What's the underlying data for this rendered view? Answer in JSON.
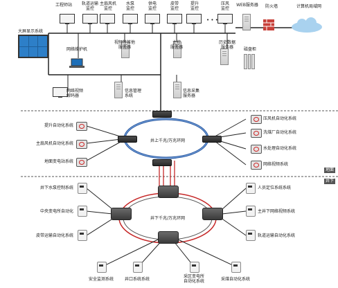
{
  "top_labels": {
    "l1": "工程师站",
    "l2": "轨道运输\n监控",
    "l3": "主扇风机\n监控",
    "l4": "水泵\n监控",
    "l5": "供电\n监控",
    "l6": "皮带\n监控",
    "l7": "提升\n监控",
    "l8": "压风\n监控",
    "l9": "WEB服务器",
    "l10": "防火墙",
    "l11": "计算机局域网",
    "dots": "• • •"
  },
  "left": {
    "display": "大屏显示系统",
    "maint": "网络维护机",
    "decoder": "网络视频\n解码器"
  },
  "servers": {
    "video": "视频等其他\n服务器",
    "main": "主控\n服务器",
    "history": "历史数据\n服务器",
    "disk": "磁盘柜",
    "info_mgmt": "信息管理\n系统",
    "info_collect": "信息采集\n服务器"
  },
  "upper_ring": {
    "label": "井上千兆/万兆环网",
    "left_items": [
      "提升自动化系统",
      "主扇风机自动化系统",
      "地面变电站系统"
    ],
    "right_items": [
      "压风机自动化系统",
      "洗煤厂自动化系统",
      "水处理自动化系统",
      "网络视频系统"
    ]
  },
  "surface_tag": "地面",
  "under_tag": "井下",
  "lower_ring": {
    "label": "井下千兆/万兆环网",
    "left_items": [
      "井下水泵控制系统",
      "中央变电所自动化",
      "皮带运输自动化系统"
    ],
    "right_items": [
      "人员定位系统系统",
      "主井下网络视频系统",
      "轨道运输自动化系统"
    ],
    "bottom_items": [
      "安全监测系统",
      "井口系统系统",
      "采区变电所\n自动化系统",
      "采煤自动化系统"
    ]
  }
}
